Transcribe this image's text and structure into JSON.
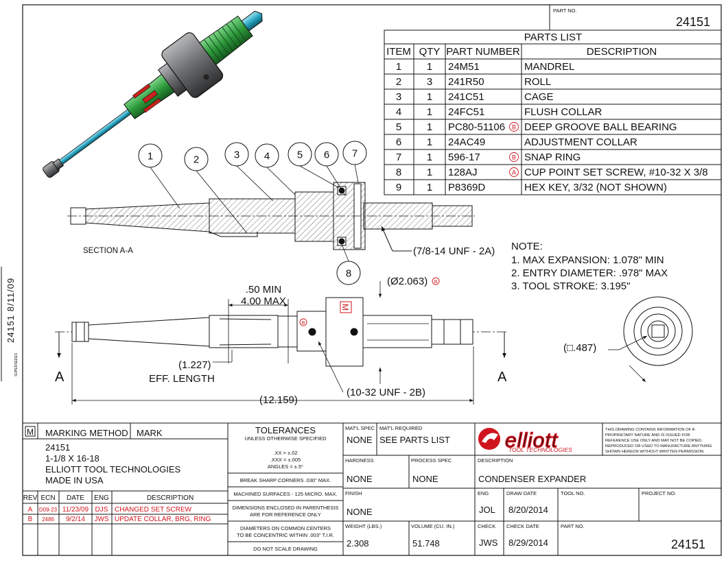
{
  "part_no_label": "PART NO.",
  "part_no": "24151",
  "side_text": "24151  8/11/09",
  "supersedes": "SUPERSEDES",
  "parts_list": {
    "title": "PARTS LIST",
    "headers": [
      "ITEM",
      "QTY",
      "PART NUMBER",
      "DESCRIPTION"
    ],
    "rows": [
      {
        "item": "1",
        "qty": "1",
        "part": "24M51",
        "rev": "",
        "desc": "MANDREL"
      },
      {
        "item": "2",
        "qty": "3",
        "part": "241R50",
        "rev": "",
        "desc": "ROLL"
      },
      {
        "item": "3",
        "qty": "1",
        "part": "241C51",
        "rev": "",
        "desc": "CAGE"
      },
      {
        "item": "4",
        "qty": "1",
        "part": "24FC51",
        "rev": "",
        "desc": "FLUSH COLLAR"
      },
      {
        "item": "5",
        "qty": "1",
        "part": "PC80-51106",
        "rev": "B",
        "desc": "DEEP GROOVE BALL BEARING"
      },
      {
        "item": "6",
        "qty": "1",
        "part": "24AC49",
        "rev": "",
        "desc": "ADJUSTMENT COLLAR"
      },
      {
        "item": "7",
        "qty": "1",
        "part": "596-17",
        "rev": "B",
        "desc": "SNAP RING"
      },
      {
        "item": "8",
        "qty": "1",
        "part": "128AJ",
        "rev": "A",
        "desc": "CUP POINT SET SCREW, #10-32 X 3/8"
      },
      {
        "item": "9",
        "qty": "1",
        "part": "P8369D",
        "rev": "",
        "desc": "HEX KEY, 3/32 (NOT SHOWN)"
      }
    ]
  },
  "section_label": "SECTION A-A",
  "balloons": [
    "1",
    "2",
    "3",
    "4",
    "5",
    "6",
    "7",
    "8"
  ],
  "thread_callout": "(7/8-14 UNF - 2A)",
  "notes": {
    "title": "NOTE:",
    "lines": [
      "1. MAX EXPANSION:  1.078\" MIN",
      "2. ENTRY DIAMETER:  .978\" MAX",
      "3. TOOL STROKE:  3.195\""
    ]
  },
  "dims": {
    "min_max_1": ".50 MIN",
    "min_max_2": "4.00 MAX",
    "dia": "(Ø2.063)",
    "dia_rev": "B",
    "eff_val": "(1.227)",
    "eff_label": "EFF. LENGTH",
    "overall": "(12.159)",
    "setscrew": "(10-32 UNF - 2B)",
    "setscrew_rev": "B",
    "square": "(□.487)",
    "mark_symbol": "M",
    "section_letter": "A"
  },
  "title_block": {
    "marking_symbol": "M",
    "marking_method": "MARKING METHOD",
    "mark": "MARK",
    "mark_lines": [
      "24151",
      "1-1/8 X 16-18",
      "ELLIOTT TOOL TECHNOLOGIES",
      "MADE IN USA"
    ],
    "rev_headers": [
      "REV",
      "ECN",
      "DATE",
      "ENG",
      "DESCRIPTION"
    ],
    "rev_rows": [
      {
        "rev": "A",
        "ecn": "D09-23",
        "date": "11/23/09",
        "eng": "DJS",
        "desc": "CHANGED SET SCREW"
      },
      {
        "rev": "B",
        "ecn": "2486",
        "date": "9/2/14",
        "eng": "JWS",
        "desc": "UPDATE COLLAR, BRG, RING"
      }
    ],
    "tol_title": "TOLERANCES",
    "tol_sub": "UNLESS OTHERWISE SPECIFIED",
    "tol_lines": [
      ".XX = ±.02",
      ".XXX = ±.005",
      "ANGLES = ±.5°"
    ],
    "break_edges": "BREAK SHARP CORNERS .030\" MAX.",
    "machined": "MACHINED SURFACES - 125 MICRO. MAX.",
    "dims_ref_1": "DIMENSIONS ENCLOSED IN PARENTHESIS",
    "dims_ref_2": "ARE FOR REFERENCE ONLY",
    "diam_common_1": "DIAMETERS ON COMMON CENTERS",
    "diam_common_2": "TO BE CONCENTRIC WITHIN .003\" T.I.R.",
    "no_scale": "DO NOT SCALE DRAWING",
    "matl_spec_label": "MAT'L SPEC",
    "matl_spec": "NONE",
    "matl_req_label": "MAT'L REQUIRED",
    "matl_req": "SEE PARTS LIST",
    "hardness_label": "HARDNESS",
    "hardness": "NONE",
    "process_label": "PROCESS SPEC",
    "process": "NONE",
    "finish_label": "FINISH",
    "finish": "NONE",
    "weight_label": "WEIGHT (LBS.)",
    "weight": "2.308",
    "volume_label": "VOLUME (CU. IN.)",
    "volume": "51.748",
    "description_label": "DESCRIPTION",
    "description": "CONDENSER EXPANDER",
    "eng_label": "ENG",
    "eng": "JOL",
    "draw_date_label": "DRAW DATE",
    "draw_date": "8/20/2014",
    "tool_no_label": "TOOL NO.",
    "project_no_label": "PROJECT NO.",
    "check_label": "CHECK",
    "check": "JWS",
    "check_date_label": "CHECK DATE",
    "check_date": "8/29/2014",
    "part_no_label": "PART NO.",
    "part_no": "24151",
    "logo_word": "elliott",
    "logo_sub": "TOOL TECHNOLOGIES",
    "proprietary": [
      "THIS DRAWING CONTAINS INFORMATION OF A",
      "PROPRIETARY NATURE AND IS ISSUED FOR",
      "REFERENCE USE ONLY AND MAY NOT BE COPIED,",
      "REPRODUCED OR USED TO MANUFACTURE ANYTHING",
      "SHOWN HEREON WITHOUT WRITTEN PERMISSION."
    ]
  },
  "colors": {
    "accent_red": "#d0141e",
    "roll_green": "#2e9a3c",
    "mandrel_teal": "#2aa6c4",
    "collar_gray": "#6f7072"
  }
}
